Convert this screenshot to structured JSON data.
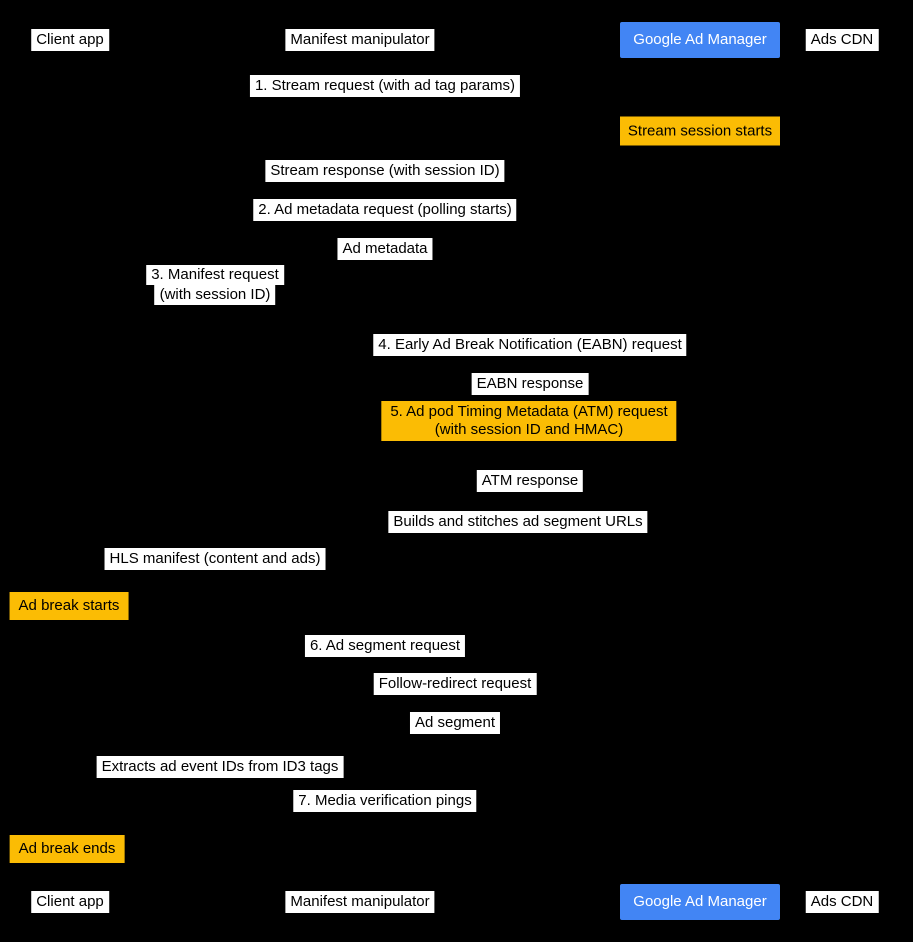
{
  "colors": {
    "background": "#000000",
    "label_background": "#ffffff",
    "label_text": "#000000",
    "google_ad_manager_blue": "#4285f4",
    "google_ad_manager_text": "#ffffff",
    "note_yellow": "#fbbc04"
  },
  "participants": {
    "client_app": "Client app",
    "manifest_manipulator": "Manifest manipulator",
    "google_ad_manager": "Google Ad Manager",
    "ads_cdn": "Ads CDN"
  },
  "events": {
    "stream_request": "1. Stream request (with ad tag params)",
    "stream_session_starts": "Stream session starts",
    "stream_response": "Stream response (with session ID)",
    "ad_metadata_request": "2. Ad metadata request (polling starts)",
    "ad_metadata": "Ad metadata",
    "manifest_request_l1": "3. Manifest request",
    "manifest_request_l2": "(with session ID)",
    "eabn_request": "4. Early Ad Break Notification (EABN) request",
    "eabn_response": "EABN response",
    "atm_request_l1": "5. Ad pod Timing Metadata (ATM) request",
    "atm_request_l2": "(with session ID and HMAC)",
    "atm_response": "ATM response",
    "builds_stitches": "Builds and stitches ad segment URLs",
    "hls_manifest": "HLS manifest (content and ads)",
    "ad_break_starts": "Ad break starts",
    "ad_segment_request": "6. Ad segment request",
    "follow_redirect_request": "Follow-redirect request",
    "ad_segment": "Ad segment",
    "extracts_id3": "Extracts ad event IDs from ID3 tags",
    "media_verification_pings": "7. Media verification pings",
    "ad_break_ends": "Ad break ends"
  }
}
